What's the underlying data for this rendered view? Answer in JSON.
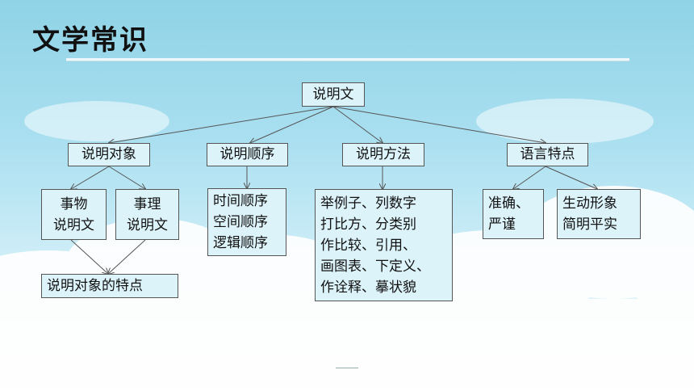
{
  "page": {
    "title": "文学常识"
  },
  "diagram": {
    "root": "说明文",
    "categories": {
      "object": "说明对象",
      "order": "说明顺序",
      "method": "说明方法",
      "language": "语言特点"
    },
    "object_children": {
      "things": [
        "事物",
        "说明文"
      ],
      "principles": [
        "事理",
        "说明文"
      ],
      "feature": "说明对象的特点"
    },
    "order_items": [
      "时间顺序",
      "空间顺序",
      "逻辑顺序"
    ],
    "method_items": [
      "举例子、列数字",
      "打比方、分类别",
      "作比较、引用、",
      "画图表、下定义、",
      "作诠释、摹状貌"
    ],
    "language_items": {
      "accuracy": [
        "准确、",
        "严谨"
      ],
      "vivid": [
        "生动形象",
        "简明平实"
      ]
    }
  },
  "colors": {
    "box_fill": "#ddf3fa",
    "box_border": "#555555",
    "line": "#555555"
  }
}
